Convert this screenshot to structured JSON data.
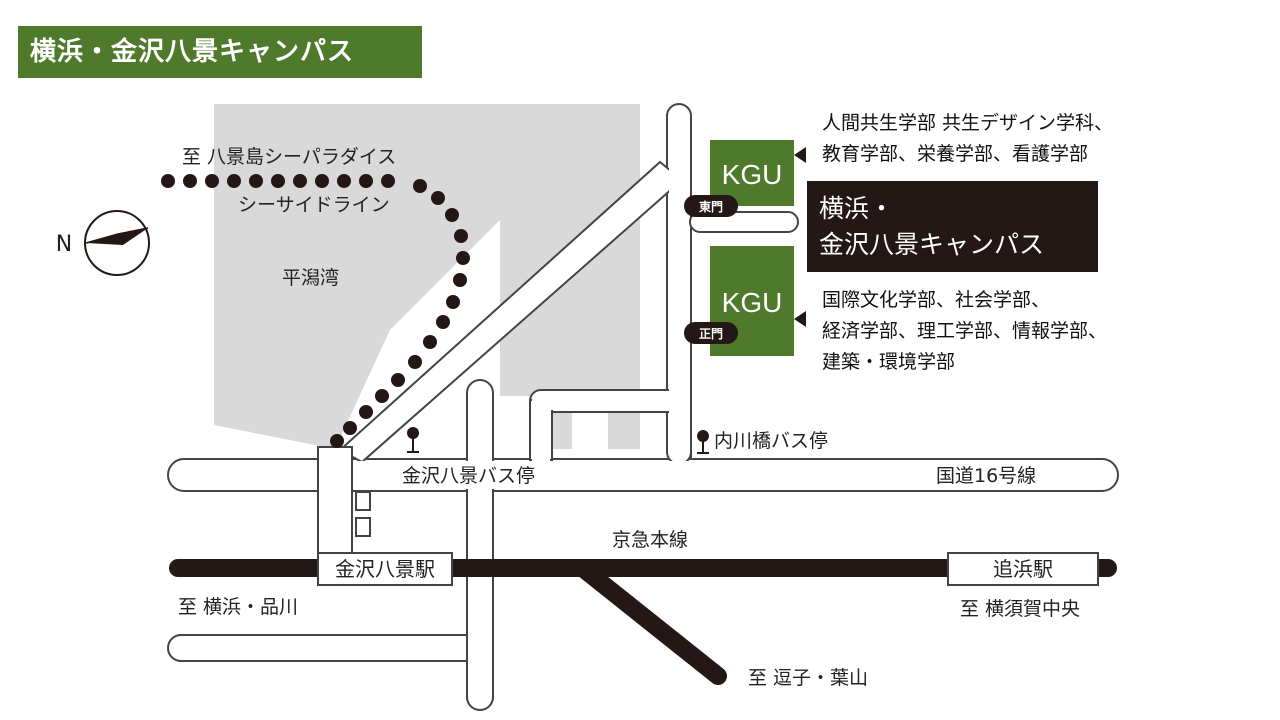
{
  "title": "横浜・金沢八景キャンパス",
  "campus_box": {
    "line1": "横浜・",
    "line2": "金沢八景キャンパス"
  },
  "buildings": [
    {
      "label": "KGU",
      "gate": "東門"
    },
    {
      "label": "KGU",
      "gate": "正門"
    }
  ],
  "departments_upper": [
    "人間共生学部 共生デザイン学科、",
    "教育学部、栄養学部、看護学部"
  ],
  "departments_lower": [
    "国際文化学部、社会学部、",
    "経済学部、理工学部、情報学部、",
    "建築・環境学部"
  ],
  "labels": {
    "to_hakkeijima": "至 八景島シーパラダイス",
    "seaside_line": "シーサイドライン",
    "bay": "平潟湾",
    "kanazawa_bus": "金沢八景バス停",
    "uchikawa_bus": "内川橋バス停",
    "route16": "国道16号線",
    "keikyu": "京急本線",
    "to_yokohama": "至 横浜・品川",
    "to_yokosuka": "至 横須賀中央",
    "to_zushi": "至 逗子・葉山"
  },
  "stations": {
    "kanazawa_hakkei": "金沢八景駅",
    "oppama": "追浜駅"
  },
  "compass": {
    "letter": "N"
  },
  "colors": {
    "green": "#4f7a2c",
    "dark_box": "#231815",
    "bay": "#d9d9d9",
    "rail": "#231815"
  }
}
